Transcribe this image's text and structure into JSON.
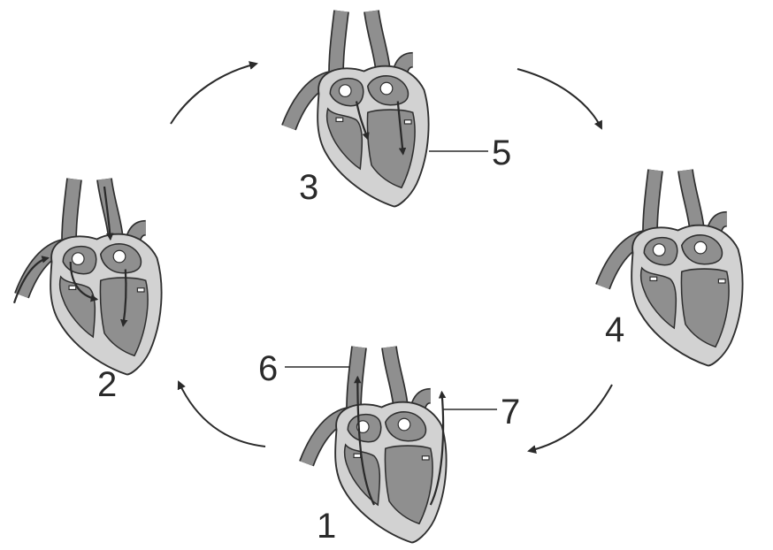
{
  "stage_labels": [
    "1",
    "2",
    "3",
    "4"
  ],
  "part_labels": [
    "5",
    "6",
    "7"
  ]
}
